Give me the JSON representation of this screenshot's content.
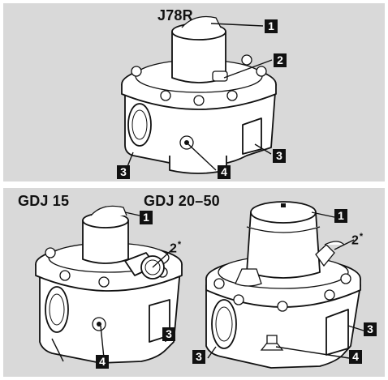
{
  "figure": {
    "top": {
      "title": "J78R",
      "callouts": [
        "1",
        "2",
        "3",
        "4",
        "3"
      ]
    },
    "bottom_left": {
      "title": "GDJ 15",
      "callouts": [
        "1",
        "2",
        "3",
        "4"
      ],
      "star": "*"
    },
    "bottom_right": {
      "title": "GDJ 20–50",
      "callouts": [
        "1",
        "2",
        "3",
        "4",
        "3"
      ],
      "star": "*"
    }
  }
}
